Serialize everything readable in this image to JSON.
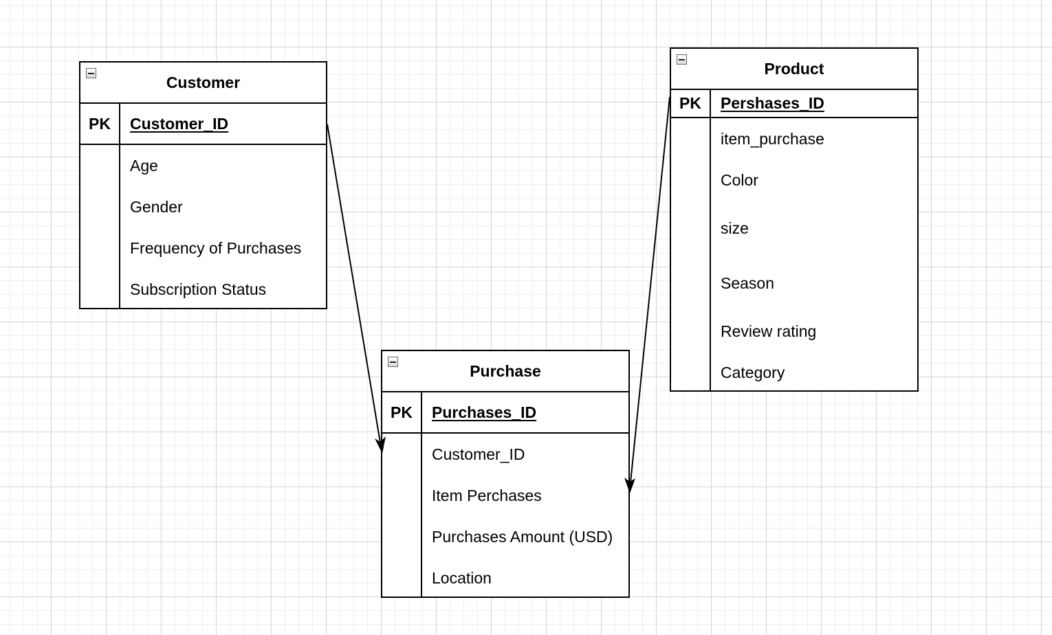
{
  "entities": {
    "customer": {
      "title": "Customer",
      "pk_label": "PK",
      "pk_field": "Customer_ID",
      "fields": [
        "Age",
        "Gender",
        "Frequency of Purchases",
        "Subscription Status"
      ]
    },
    "purchase": {
      "title": "Purchase",
      "pk_label": "PK",
      "pk_field": "Purchases_ID",
      "fields": [
        "Customer_ID",
        "Item Perchases",
        "Purchases Amount (USD)",
        "Location"
      ]
    },
    "product": {
      "title": "Product",
      "pk_label": "PK",
      "pk_field": "Pershases_ID",
      "fields": [
        "item_purchase",
        "Color",
        "size",
        "Season",
        "Review rating",
        "Category"
      ]
    }
  },
  "relationships": [
    {
      "from": "Customer.Customer_ID",
      "to": "Purchase.Customer_ID"
    },
    {
      "from": "Product.Pershases_ID",
      "to": "Purchase.Item Perchases"
    }
  ],
  "colors": {
    "line": "#000000",
    "background": "#ffffff",
    "grid_major": "#d4d4d4",
    "grid_minor": "#efefef"
  }
}
